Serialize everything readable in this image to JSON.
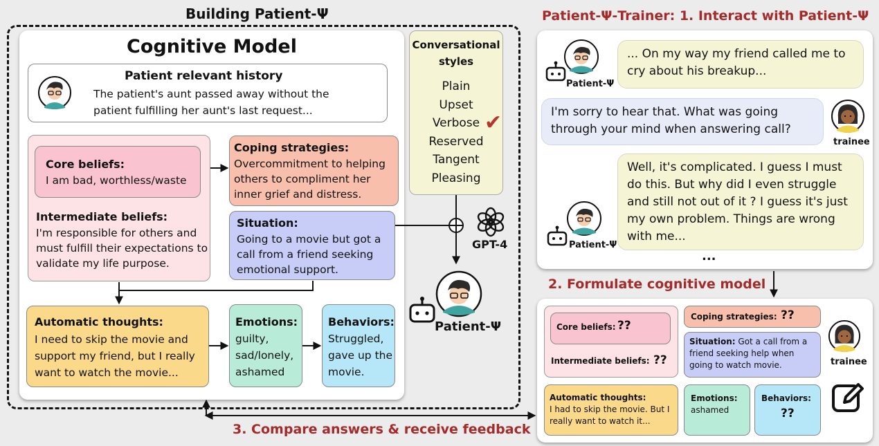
{
  "titles": {
    "building": "Building Patient-Ψ",
    "trainer": "Patient-Ψ-Trainer: 1. Interact with Patient-Ψ",
    "formulate": "2. Formulate cognitive model",
    "compare": "3. Compare answers & receive feedback"
  },
  "cognitive_model": {
    "title": "Cognitive Model",
    "history_title": "Patient relevant history",
    "history_text": "The patient's aunt passed away without the patient fulfilling her aunt's last request...",
    "core_label": "Core beliefs:",
    "core_text": "I am bad, worthless/waste",
    "inter_label": "Intermediate beliefs:",
    "inter_text": "I'm responsible for others and must fulfill their expectations to validate my life purpose.",
    "coping_label": "Coping strategies:",
    "coping_text": "Overcommitment to helping others to compliment her inner grief and distress.",
    "situation_label": "Situation:",
    "situation_text": "Going to a movie but got a call from a friend seeking emotional support.",
    "auto_label": "Automatic thoughts:",
    "auto_text": "I need to skip the movie and support my friend, but I really want to watch the movie...",
    "emotions_label": "Emotions:",
    "emotions_text": "guilty, sad/lonely, ashamed",
    "behaviors_label": "Behaviors:",
    "behaviors_text": "Struggled, gave up the movie."
  },
  "styles": {
    "title": "Conversational styles",
    "items": [
      "Plain",
      "Upset",
      "Verbose",
      "Reserved",
      "Tangent",
      "Pleasing"
    ],
    "checkmark": "✔"
  },
  "gpt_label": "GPT-4",
  "patient_label": "Patient-Ψ",
  "trainee_label": "trainee",
  "chat": {
    "msg1": "... On my way my friend called me to cry about his breakup...",
    "msg2": "I'm sorry to hear that. What was going through your mind when answering call?",
    "msg3": "Well, it's complicated. I guess I must do this. But why did I even struggle and still not out of it ? I guess it's just my own problem. Things are wrong with me...",
    "ellipsis": "..."
  },
  "formulate": {
    "core_label": "Core beliefs:",
    "core_q": "??",
    "inter_label": "Intermediate beliefs:",
    "inter_q": "??",
    "coping_label": "Coping strategies:",
    "coping_q": "??",
    "situation_label": "Situation:",
    "situation_text": " Got a call from a friend seeking help when going to watch movie.",
    "auto_label": "Automatic thoughts:",
    "auto_text": "I had to skip the movie. But I really want to watch it...",
    "emotions_label": "Emotions:",
    "emotions_text": "ashamed",
    "behaviors_label": "Behaviors:",
    "behaviors_q": "??"
  },
  "colors": {
    "title_red": "#a52a2a",
    "core": "#f9c4cf",
    "intermediate": "#fde3e6",
    "coping": "#f8c0ac",
    "situation": "#c7cdf6",
    "automatic": "#fbd98a",
    "emotions": "#b8ecd8",
    "behaviors": "#b5e7f8",
    "styles_bg": "#f5f5d5",
    "bubble_patient": "#f5f5d5",
    "bubble_trainee": "#e8ecf8"
  },
  "icons": [
    "patient-avatar-icon",
    "robot-icon",
    "trainee-avatar-icon",
    "openai-logo-icon",
    "check-icon",
    "edit-icon"
  ]
}
